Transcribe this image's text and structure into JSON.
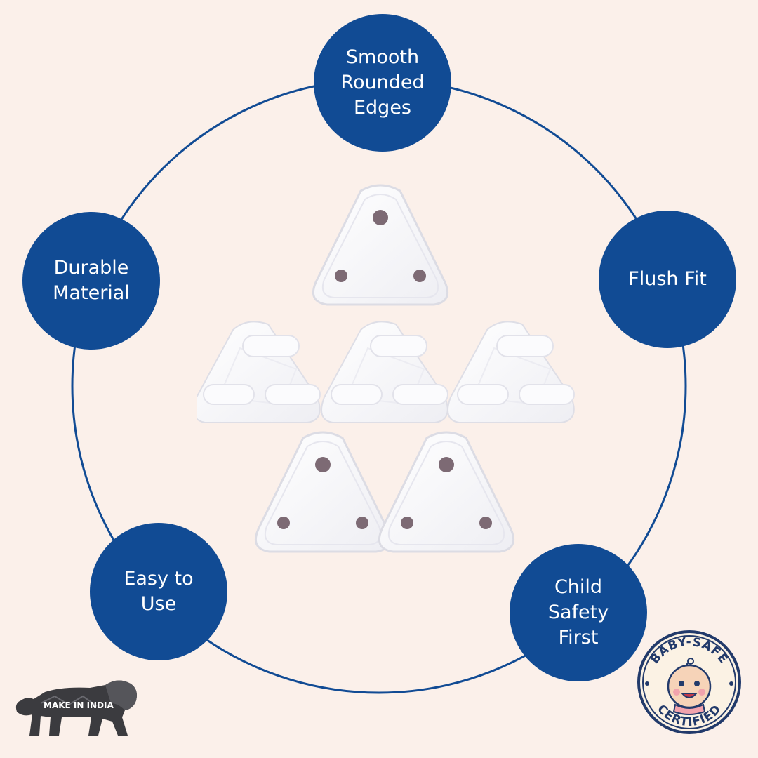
{
  "features": {
    "top": "Smooth\nRounded\nEdges",
    "left": "Durable\nMaterial",
    "right": "Flush Fit",
    "bottom_left": "Easy to\nUse",
    "bottom_right": "Child\nSafety\nFirst"
  },
  "badge": {
    "top_text": "BABY-SAFE",
    "bottom_text": "CERTIFIED",
    "icon": "baby-face-icon"
  },
  "logo": {
    "text": "MAKE IN INDIA",
    "icon": "lion-icon"
  },
  "colors": {
    "background": "#fbf0ea",
    "accent": "#114b94",
    "badge_ring": "#223a6b"
  }
}
